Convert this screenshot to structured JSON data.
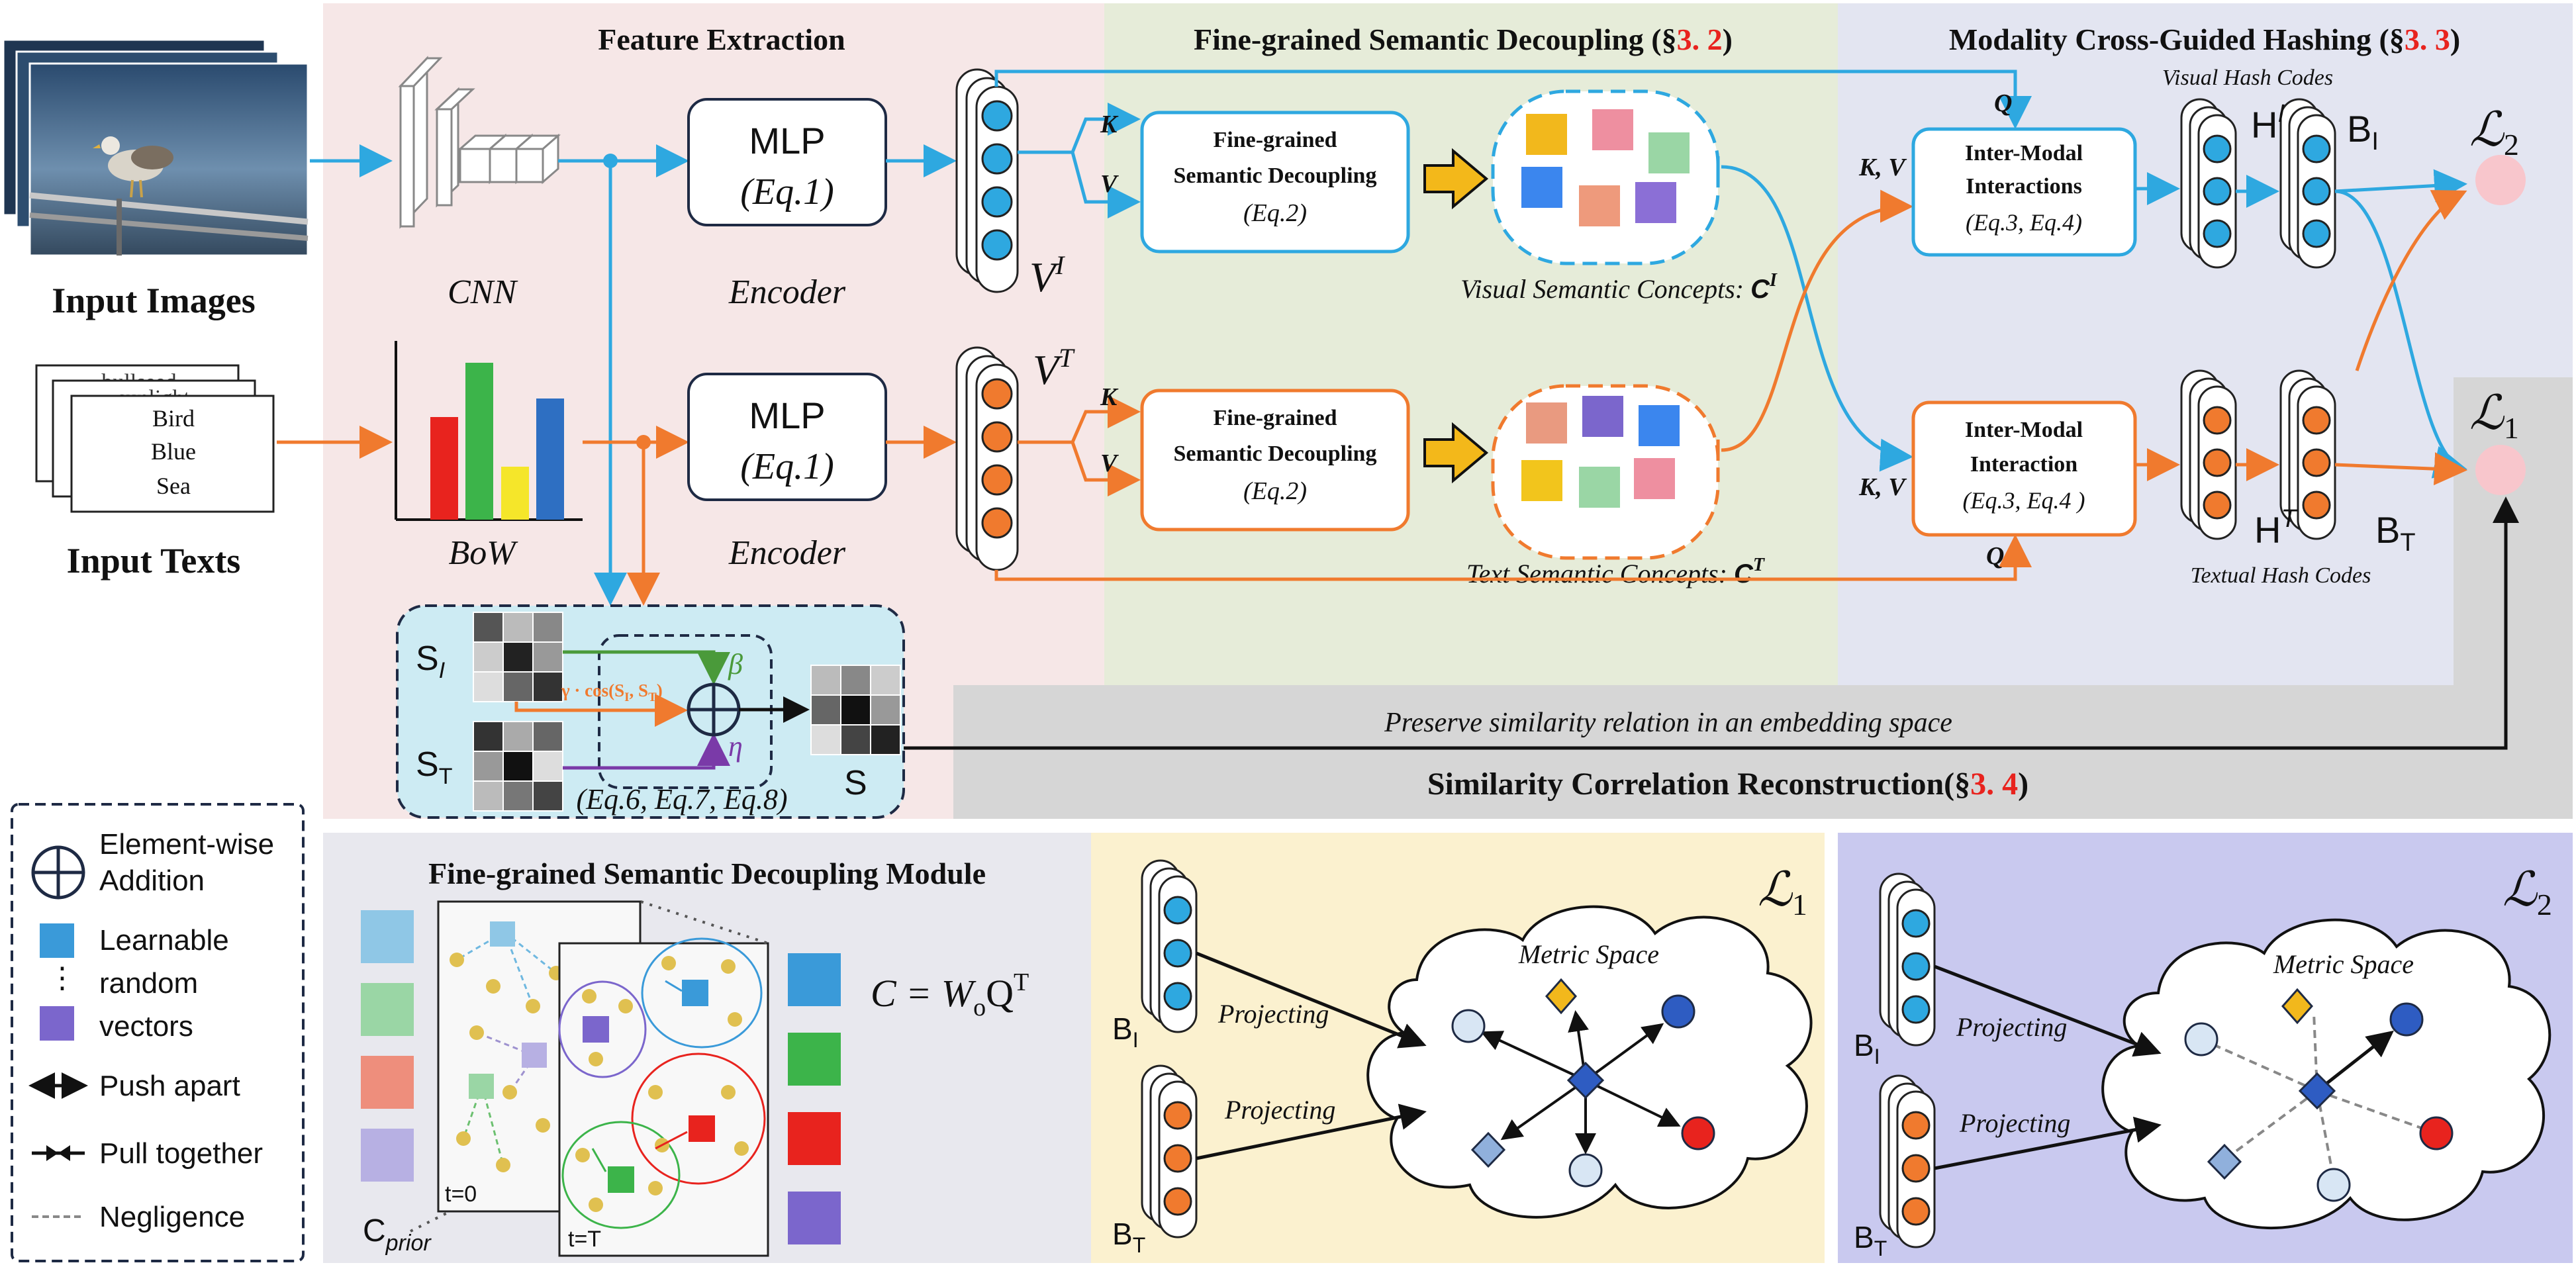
{
  "header": {
    "feature_extraction": "Feature Extraction",
    "fsd_main": "Fine-grained Semantic Decoupling (§",
    "fsd_ref": "3. 2",
    "fsd_close": ")",
    "mcgh_main": "Modality Cross-Guided Hashing (§",
    "mcgh_ref": "3. 3",
    "mcgh_close": ")"
  },
  "inputs": {
    "images_label": "Input Images",
    "texts_label": "Input Texts",
    "text_words": [
      "Bird",
      "Blue",
      "Sea"
    ],
    "text_back_words": [
      "bullseed",
      "sunlight"
    ]
  },
  "feature": {
    "cnn": "CNN",
    "bow": "BoW",
    "encoder": "Encoder",
    "mlp": "MLP",
    "mlp_eq": "(Eq.1)",
    "vi": "V",
    "vi_sup": "I",
    "vt": "V",
    "vt_sup": "T"
  },
  "similarity": {
    "si": "S",
    "si_sub": "I",
    "st": "S",
    "st_sub": "T",
    "s": "S",
    "gamma": "γ · cos(S",
    "gamma_i": "I",
    "gamma_comma": ", S",
    "gamma_t": "T",
    "gamma_close": ")",
    "beta": "β",
    "eta": "η",
    "eqs": "(Eq.6, Eq.7, Eq.8)"
  },
  "fsd": {
    "kv_k": "K",
    "kv_v": "V",
    "box_title_1": "Fine-grained",
    "box_title_2": "Semantic Decoupling",
    "box_eq": "(Eq.2)",
    "visual_concepts": "Visual Semantic Concepts: ",
    "visual_concepts_sym": "C",
    "visual_concepts_sup": "I",
    "text_concepts": "Text Semantic Concepts: ",
    "text_concepts_sym": "C",
    "text_concepts_sup": "T"
  },
  "hashing": {
    "q": "Q",
    "kv": "K, V",
    "inter_top_1": "Inter-Modal",
    "inter_top_2": "Interactions",
    "inter_top_eq": "(Eq.3, Eq.4)",
    "inter_bot_1": "Inter-Modal",
    "inter_bot_2": "Interaction",
    "inter_bot_eq": "(Eq.3, Eq.4 )",
    "visual_hash_codes": "Visual Hash Codes",
    "textual_hash_codes": "Textual Hash Codes",
    "hi": "H",
    "hi_sup": "I",
    "ht": "H",
    "ht_sup": "T",
    "bi": "B",
    "bi_sub": "I",
    "bt": "B",
    "bt_sub": "T",
    "l2": "ℒ",
    "l2_sub": "2",
    "l1": "ℒ",
    "l1_sub": "1"
  },
  "reconstruction": {
    "preserve": "Preserve similarity relation in an embedding space",
    "title_main": "Similarity Correlation Reconstruction(§",
    "title_ref": "3. 4",
    "title_close": ")"
  },
  "legend": {
    "element_wise_1": "Element-wise",
    "element_wise_2": "Addition",
    "learnable_1": "Learnable",
    "learnable_2": "random",
    "learnable_3": "vectors",
    "push_apart": "Push apart",
    "pull_together": "Pull together",
    "negligence": "Negligence"
  },
  "module": {
    "title": "Fine-grained Semantic Decoupling Module",
    "t0": "t=0",
    "tT": "t=T",
    "c_prior": "C",
    "c_prior_sub": "prior",
    "equation": "C = W",
    "equation_sub": "o",
    "equation_q": "Q",
    "equation_sup": "T"
  },
  "metric": {
    "l1": "ℒ",
    "l1_sub": "1",
    "l2": "ℒ",
    "l2_sub": "2",
    "metric_space": "Metric Space",
    "projecting": "Projecting",
    "bi": "B",
    "bi_sub": "I",
    "bt": "B",
    "bt_sub": "T"
  },
  "colors": {
    "blue": "#2ea8e0",
    "orange": "#f07a2e",
    "red": "#e8231e",
    "pink_bg": "#f6e7e7",
    "green_bg": "#e6ecd9",
    "lavender_bg": "#e3e5f1",
    "gray_bg": "#d6d6d6",
    "legend_bg": "#e8e8ee",
    "yellow_bg": "#fbf1cf",
    "purple_bg": "#c9c9ef",
    "cyan_box": "#cdebf3"
  }
}
